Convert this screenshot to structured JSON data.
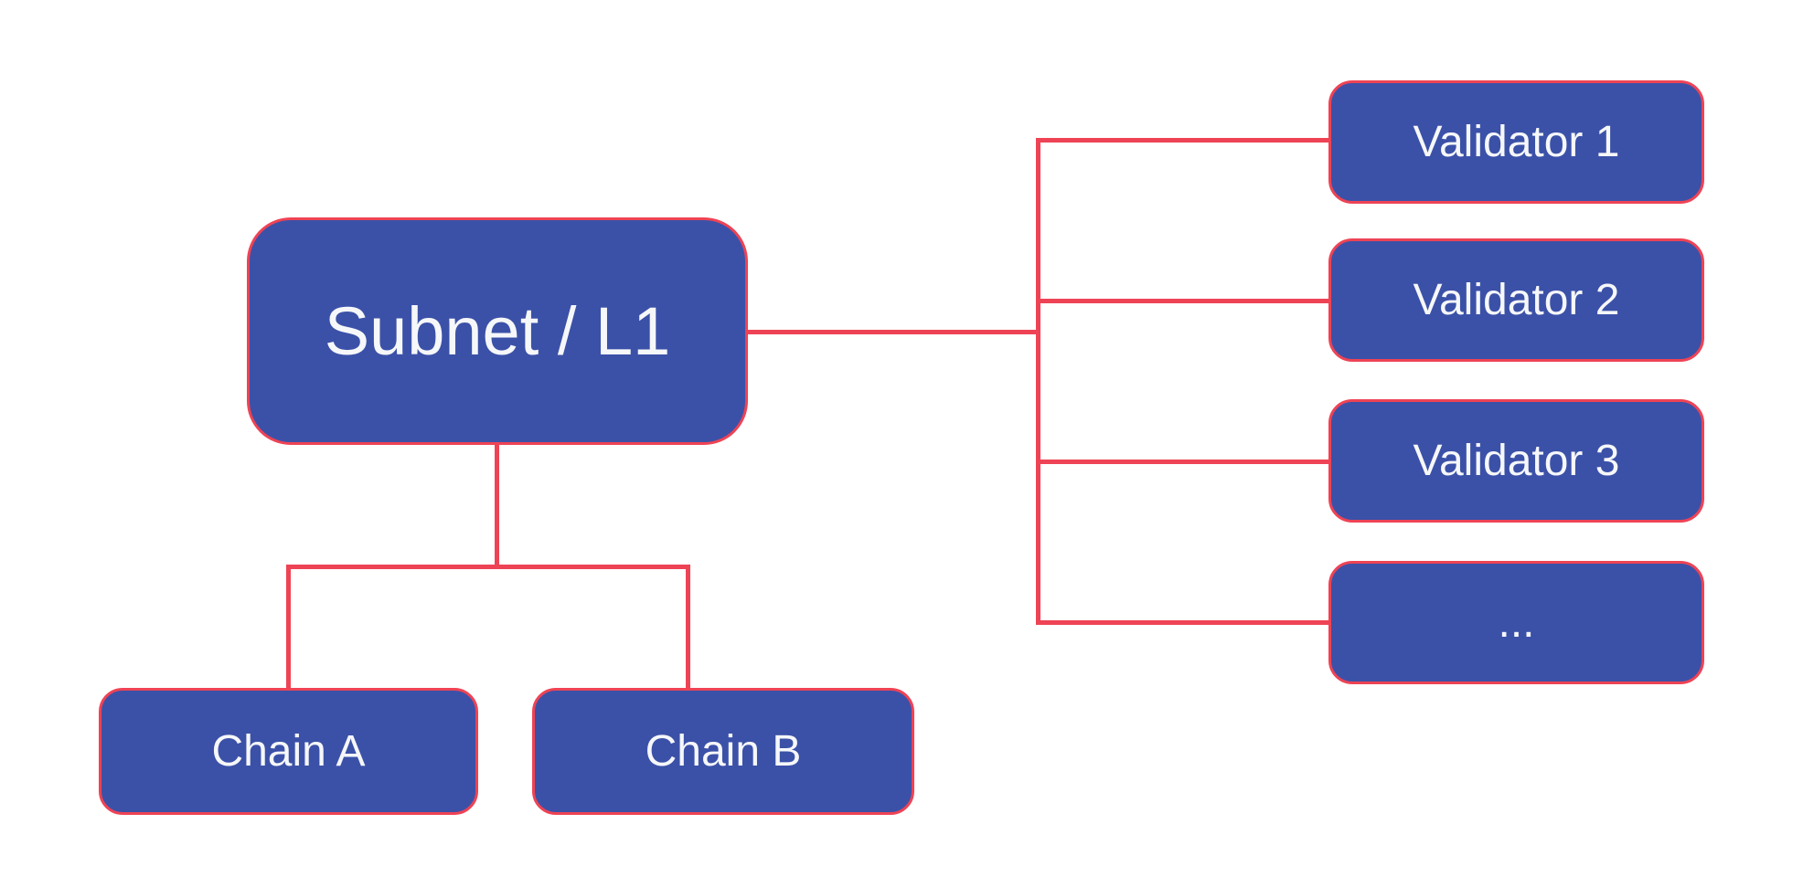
{
  "diagram": {
    "colors": {
      "background": "#ffffff",
      "node_fill": "#3b51a8",
      "node_border": "#ee4355",
      "connector": "#ee4355",
      "label_text": "#f6f7f9"
    },
    "nodes": {
      "subnet": {
        "label": "Subnet / L1"
      },
      "chain_a": {
        "label": "Chain A"
      },
      "chain_b": {
        "label": "Chain B"
      },
      "validators": [
        {
          "label": "Validator 1"
        },
        {
          "label": "Validator 2"
        },
        {
          "label": "Validator 3"
        },
        {
          "label": "..."
        }
      ]
    }
  }
}
